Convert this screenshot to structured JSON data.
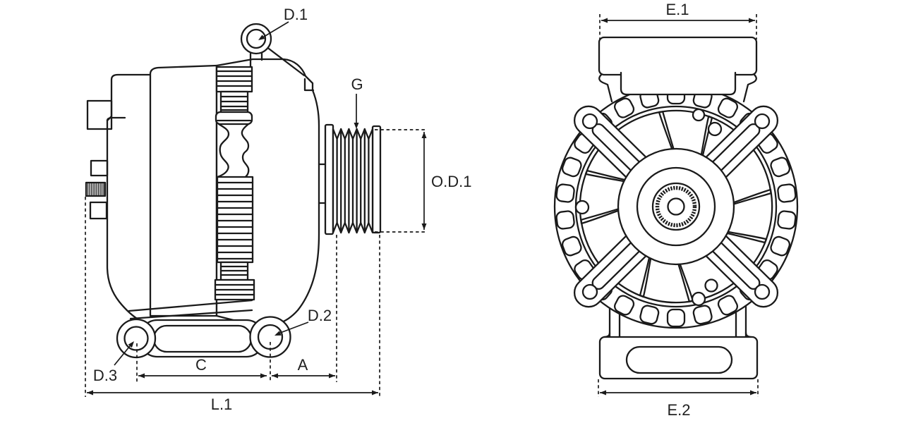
{
  "page": {
    "background_color": "#ffffff",
    "line_color": "#1a1a1a"
  },
  "drawing": {
    "kind": "technical line drawing",
    "subject": "alternator shown in two orthographic views",
    "views": [
      {
        "id": "side-view",
        "dimension_keys": [
          "d1",
          "g",
          "od1",
          "d2",
          "d3",
          "c",
          "a",
          "l1"
        ]
      },
      {
        "id": "front-view",
        "dimension_keys": [
          "e1",
          "e2"
        ]
      }
    ]
  },
  "dimension_labels": {
    "d1": "D.1",
    "g": "G",
    "od1": "O.D.1",
    "d2": "D.2",
    "d3": "D.3",
    "c": "C",
    "a": "A",
    "l1": "L.1",
    "e1": "E.1",
    "e2": "E.2"
  }
}
